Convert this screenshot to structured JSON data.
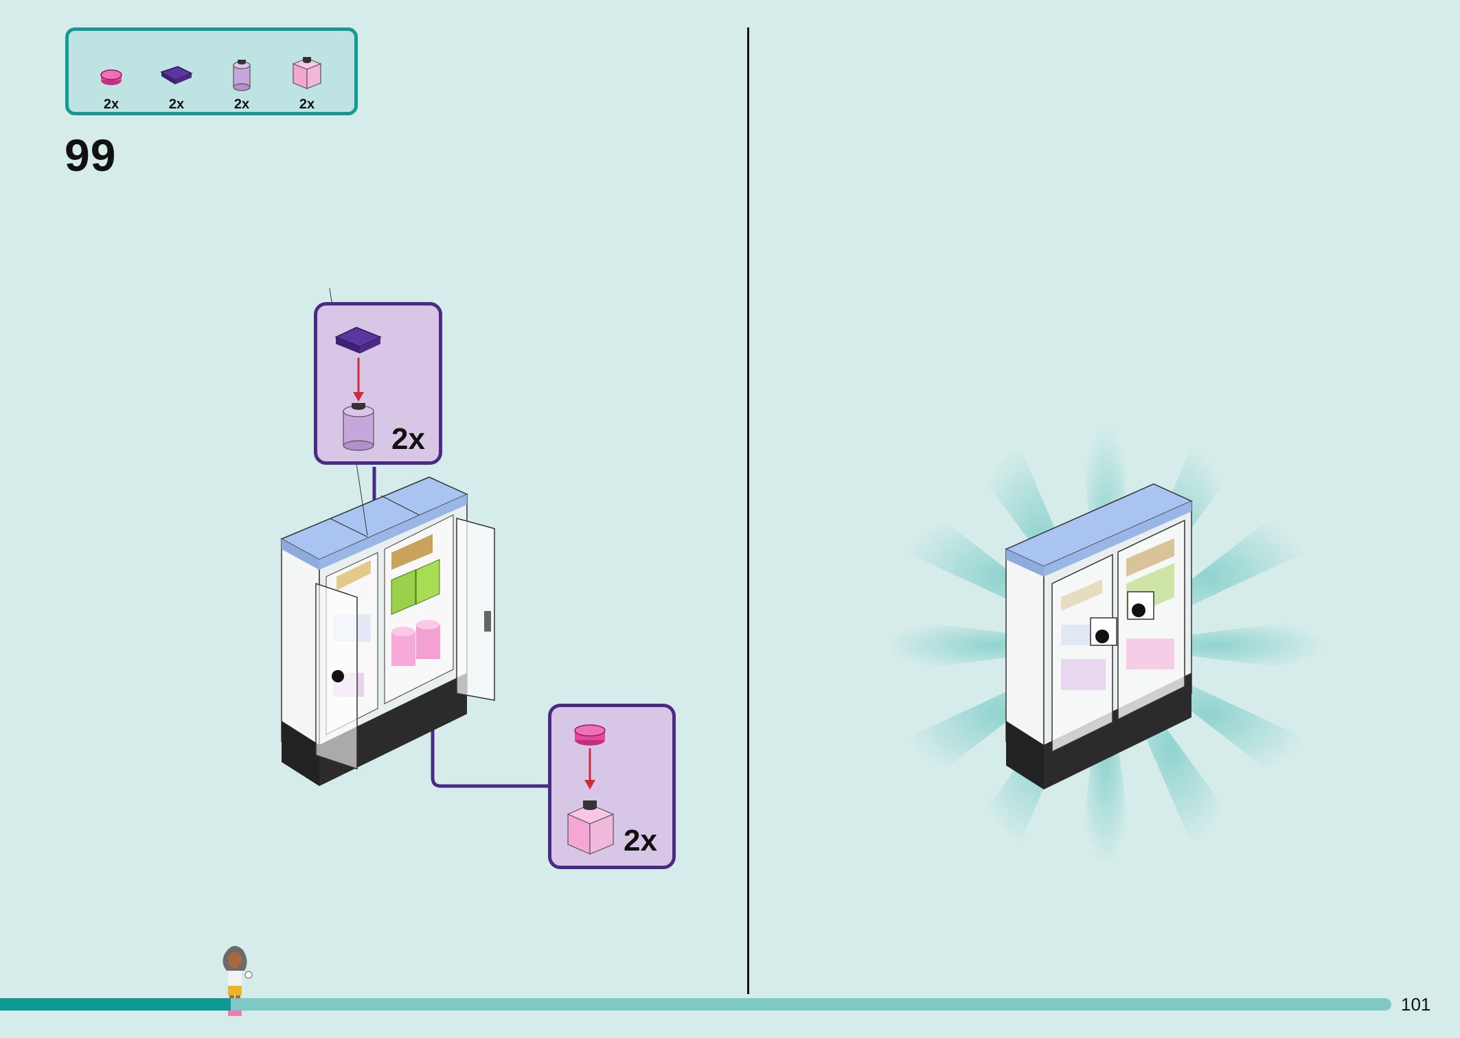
{
  "parts": [
    {
      "name": "pink-round-tile",
      "qty": "2x",
      "color": "#e8479e"
    },
    {
      "name": "purple-square-tile",
      "qty": "2x",
      "color": "#4b2a86"
    },
    {
      "name": "lavender-round-brick",
      "qty": "2x",
      "color": "#c7a6dc"
    },
    {
      "name": "pink-1x1-brick",
      "qty": "2x",
      "color": "#f5a6d4"
    }
  ],
  "step": {
    "number": "99"
  },
  "callouts": {
    "top": {
      "qty": "2x"
    },
    "bottom": {
      "qty": "2x"
    }
  },
  "progress": {
    "fraction": 0.166
  },
  "page": {
    "number": "101"
  },
  "colors": {
    "background": "#d5ecea",
    "teal_accent": "#139a95",
    "callout_border": "#4b2a86",
    "callout_fill": "#d7c6e5",
    "arrow_red": "#d12a3a"
  }
}
